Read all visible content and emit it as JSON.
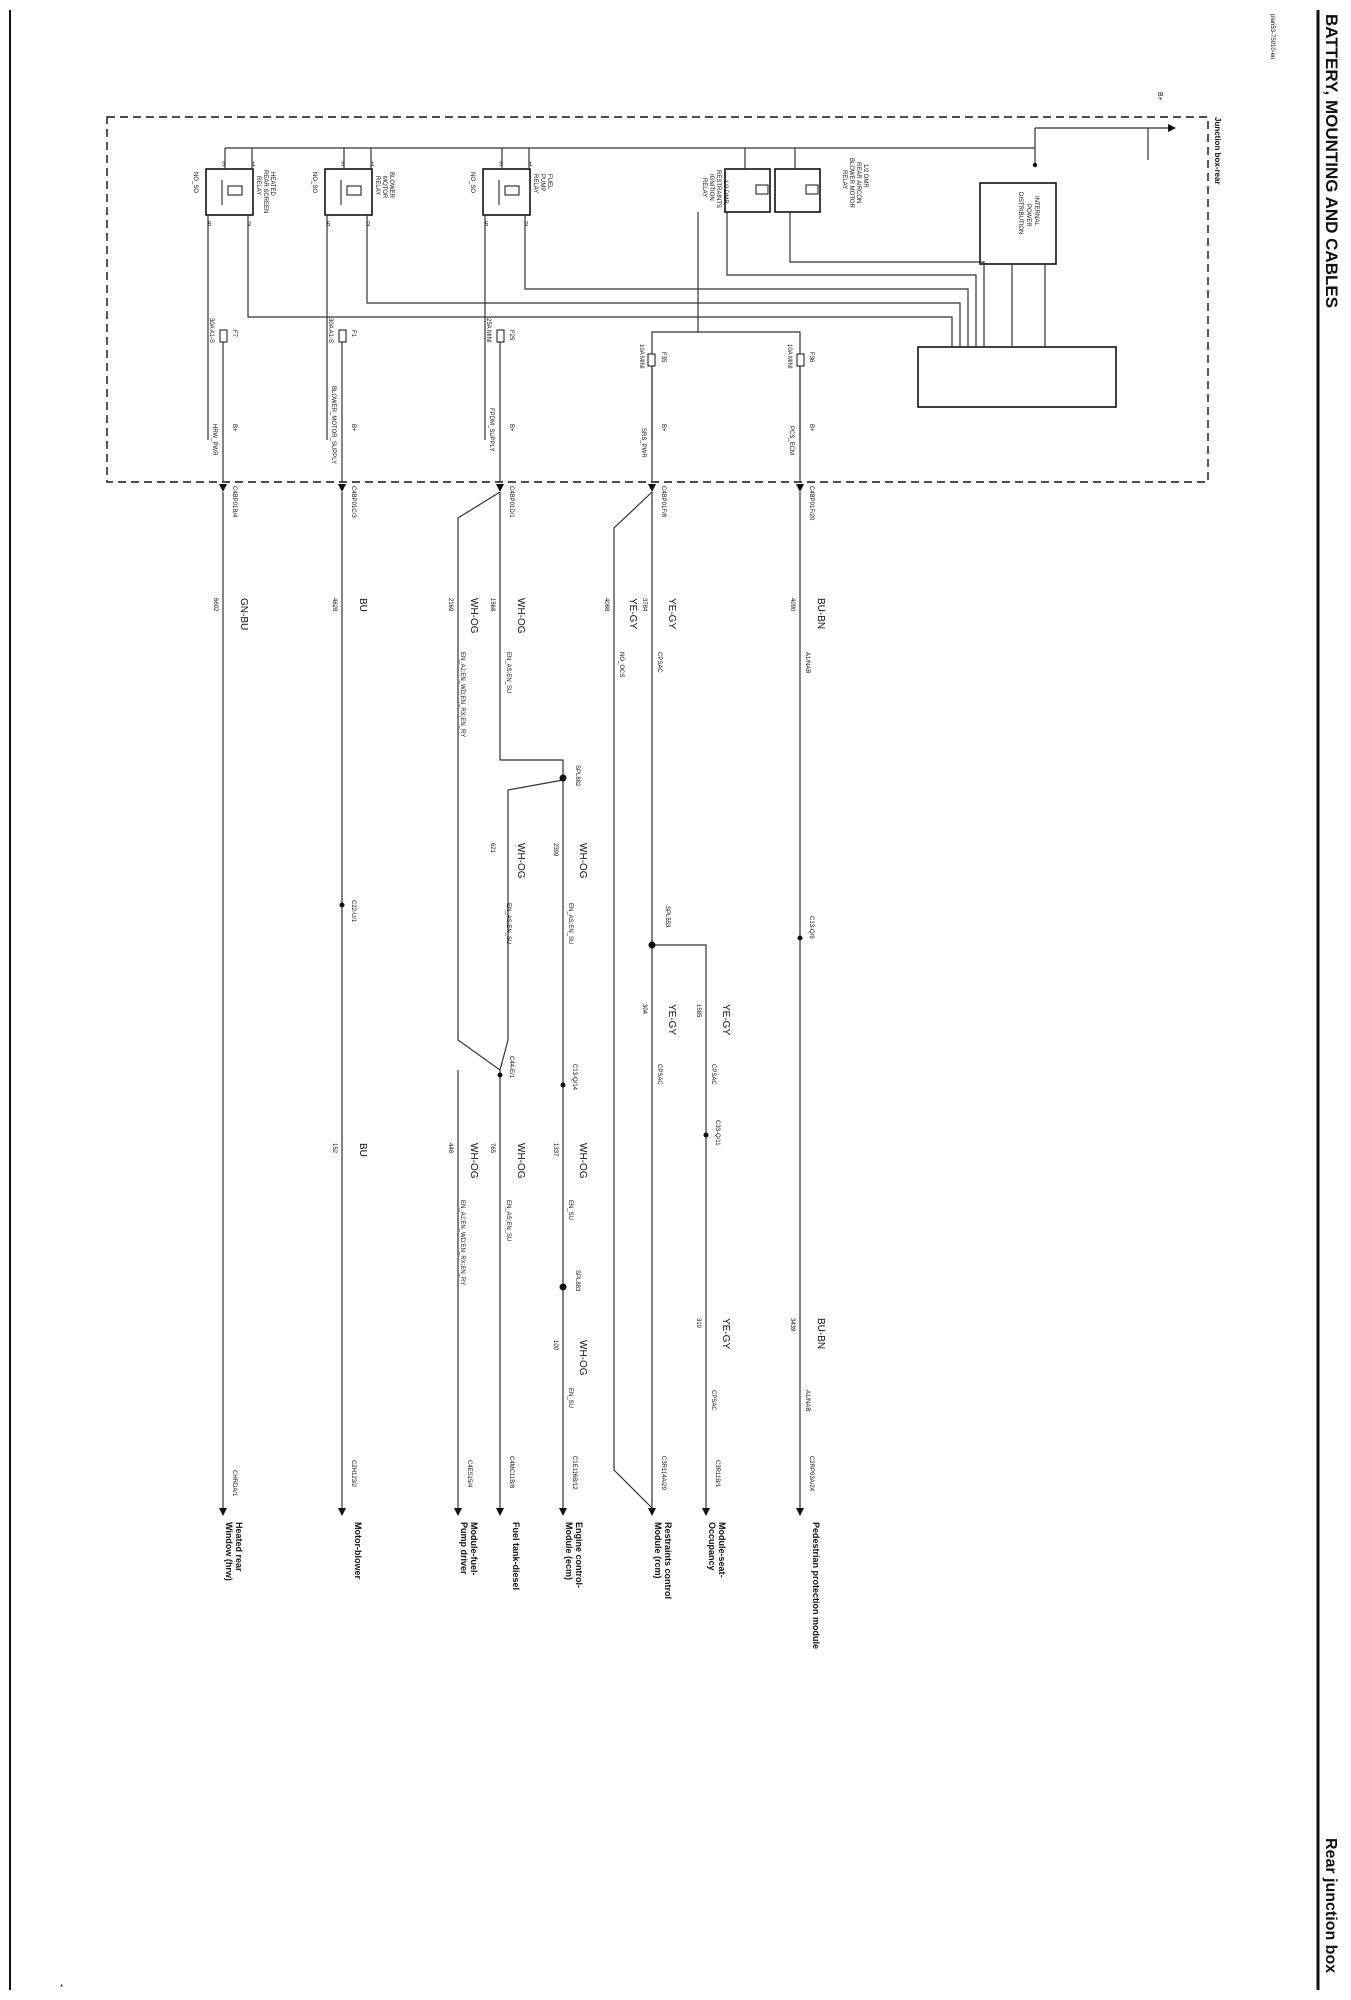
{
  "header": {
    "title": "BATTERY, MOUNTING AND CABLES",
    "page_title": "Rear junction box",
    "doc_code": "plan53-75010-en",
    "footer_mark": "*"
  },
  "junction_box": {
    "title": "Junction box-rear",
    "bplus": "B+",
    "internal_power": [
      "INTERNAL",
      "POWER",
      "DISTRIBUTION"
    ]
  },
  "relays": [
    {
      "id": "heated",
      "name": [
        "HEATED",
        "REAR SCREEN",
        "RELAY"
      ],
      "type": "NO_SO",
      "pins": [
        "3",
        "1",
        "5",
        "2"
      ]
    },
    {
      "id": "blower",
      "name": [
        "BLOWER",
        "MOTOR",
        "RELAY"
      ],
      "type": "NO_SO",
      "pins": [
        "3",
        "1",
        "5",
        "2"
      ]
    },
    {
      "id": "fuel",
      "name": [
        "FUEL",
        "PUMP",
        "RELAY"
      ],
      "type": "NO_SO",
      "pins": [
        "3",
        "1",
        "5",
        "2"
      ]
    },
    {
      "id": "restraints",
      "name": [
        "1/2 DMR",
        "RESTRAINTS",
        "IGNITION",
        "RELAY"
      ],
      "type": "",
      "pins": []
    },
    {
      "id": "rearaircon",
      "name": [
        "1/2 DMR",
        "REAR AIRCON",
        "BLOWER MOTOR",
        "RELAY"
      ],
      "type": "",
      "pins": []
    }
  ],
  "fuses": [
    {
      "id": "F7",
      "rating": "30A A1-S",
      "circuit": "HRW_PWR",
      "bplus": "B+"
    },
    {
      "id": "F1",
      "rating": "30A A1-S",
      "circuit": "BLOWER_MOTOR_SUPPLY",
      "bplus": "B+"
    },
    {
      "id": "F25",
      "rating": "25A MINI",
      "circuit": "FPDM_SUPPLY",
      "bplus": "B+"
    },
    {
      "id": "F35",
      "rating": "10A MINI",
      "circuit": "SRS_PWR",
      "bplus": "B+"
    },
    {
      "id": "F36",
      "rating": "10A MINI",
      "circuit": "PCS_ECM",
      "bplus": "B+"
    }
  ],
  "junction_connectors": [
    "C4BP01B/4",
    "C4BP01C/3",
    "C4BP01D/1",
    "C4BP01F/8",
    "C4BP01F/20"
  ],
  "wires": [
    {
      "id": "hrw",
      "color": "GN-BU",
      "num": "6602"
    },
    {
      "id": "blower1",
      "color": "BU",
      "num": "4628"
    },
    {
      "id": "fuel1",
      "color": "WH-OG",
      "num": "1568",
      "sub": "EN_AS;EN_SU"
    },
    {
      "id": "fuel2",
      "color": "WH-OG",
      "num": "2169",
      "sub": "EN_AJ;EN_WD;EN_RX;EN_RY"
    },
    {
      "id": "srs1",
      "color": "YE-GY",
      "num": "3784",
      "sub": "CPSAC"
    },
    {
      "id": "srs2",
      "color": "YE-GY",
      "num": "4088",
      "sub": "NO_OCS"
    },
    {
      "id": "pcs1",
      "color": "BU-BN",
      "num": "4090",
      "sub": "A1/NAB"
    },
    {
      "id": "fuel3",
      "color": "WH-OG",
      "num": "2399",
      "sub": "EN_AS;EN_SU"
    },
    {
      "id": "fuel4",
      "color": "WH-OG",
      "num": "621",
      "sub": "EN_AS;EN_SU"
    },
    {
      "id": "occ1",
      "color": "YE-GY",
      "num": "1585",
      "sub": "CPSAC"
    },
    {
      "id": "srs3",
      "color": "YE-GY",
      "num": "304",
      "sub": "CPSAC"
    },
    {
      "id": "fuel5",
      "color": "WH-OG",
      "num": "448",
      "sub": "EN_AJ;EN_WD;EN_RX;EN_RY"
    },
    {
      "id": "fuel6",
      "color": "WH-OG",
      "num": "765",
      "sub": "EN_AS;EN_SU"
    },
    {
      "id": "fuel7",
      "color": "WH-OG",
      "num": "1337",
      "sub": "EN_SU"
    },
    {
      "id": "blower2",
      "color": "BU",
      "num": "152"
    },
    {
      "id": "fuel8",
      "color": "WH-OG",
      "num": "100",
      "sub": "EN_SU"
    },
    {
      "id": "occ2",
      "color": "YE-GY",
      "num": "310",
      "sub": "CPSAC"
    },
    {
      "id": "pcs2",
      "color": "BU-BN",
      "num": "3439",
      "sub": "A1/NAB"
    }
  ],
  "splices": [
    "SPL882",
    "SPL883",
    "SPL553"
  ],
  "inline_connectors": [
    "C22-U/1",
    "C13-Q/9",
    "C13-Q/14",
    "C44-E/1",
    "C33-Q/11"
  ],
  "end_connectors": [
    "CHRDA/1",
    "C2H123/2",
    "C4ES15/4",
    "C4MC11B/8",
    "C1E116B/12",
    "C3R114A/29",
    "C3R11B/1",
    "C2RP03A/24"
  ],
  "modules": [
    {
      "id": "hrw",
      "name": [
        "Heated rear",
        "Window (hrw)"
      ]
    },
    {
      "id": "motor",
      "name": [
        "Motor-blower"
      ]
    },
    {
      "id": "pump",
      "name": [
        "Module-fuel-",
        "Pump driver"
      ]
    },
    {
      "id": "tank",
      "name": [
        "Fuel tank-diesel"
      ]
    },
    {
      "id": "ecm",
      "name": [
        "Engine control-",
        "Module (ecm)"
      ]
    },
    {
      "id": "rcm",
      "name": [
        "Restraints control",
        "Module (rcm)"
      ]
    },
    {
      "id": "occ",
      "name": [
        "Module-seat-",
        "Occupancy"
      ]
    },
    {
      "id": "ppm",
      "name": [
        "Pedestrian protection module"
      ]
    }
  ]
}
